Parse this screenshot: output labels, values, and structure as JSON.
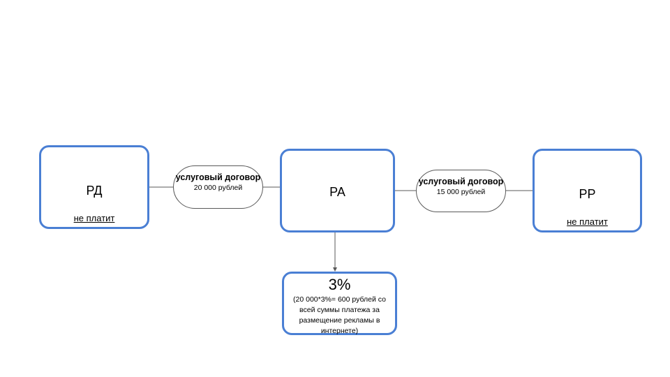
{
  "nodes": {
    "rd": {
      "label": "РД",
      "note": "не платит"
    },
    "ra": {
      "label": "РА"
    },
    "rr": {
      "label": "РР",
      "note": "не платит"
    }
  },
  "contracts": {
    "rd_ra": {
      "title": "услуговый договор",
      "amount": "20 000 рублей"
    },
    "ra_rr": {
      "title": "услуговый договор",
      "amount": "15 000 рублей"
    }
  },
  "commission": {
    "value": "3%",
    "note": "(20 000*3%= 600 рублей со всей суммы платежа за размещение рекламы в интернете)"
  },
  "colors": {
    "box_border": "#4a7fd4",
    "connector": "#595959"
  }
}
